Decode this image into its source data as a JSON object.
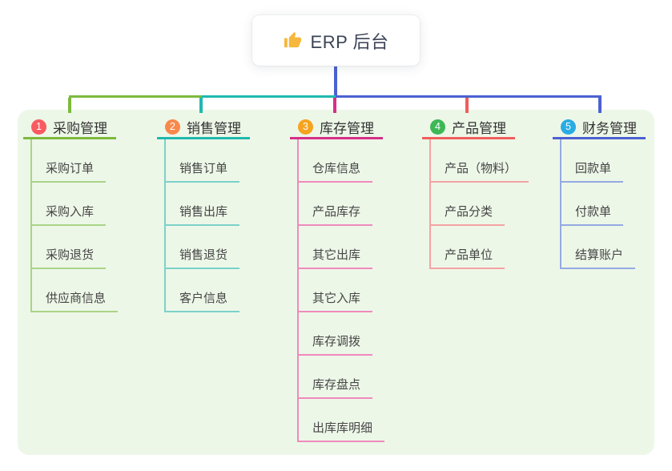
{
  "page": {
    "background": "#ffffff",
    "panel_background": "#edf7e8"
  },
  "root": {
    "label": "ERP 后台",
    "icon": "thumbs-up-icon",
    "icon_color": "#f6b73c",
    "connector_color": "#4b61d1"
  },
  "branches": [
    {
      "index": "1",
      "label": "采购管理",
      "badge_color": "#fa5a62",
      "main_color": "#7cba3d",
      "light_color": "#a9d487",
      "children": [
        "采购订单",
        "采购入库",
        "采购退货",
        "供应商信息"
      ]
    },
    {
      "index": "2",
      "label": "销售管理",
      "badge_color": "#f8884b",
      "main_color": "#1fb9ae",
      "light_color": "#7bd2c9",
      "children": [
        "销售订单",
        "销售出库",
        "销售退货",
        "客户信息"
      ]
    },
    {
      "index": "3",
      "label": "库存管理",
      "badge_color": "#f5a41f",
      "main_color": "#d62f88",
      "light_color": "#ef8abd",
      "children": [
        "仓库信息",
        "产品库存",
        "其它出库",
        "其它入库",
        "库存调拨",
        "库存盘点",
        "出库库明细"
      ]
    },
    {
      "index": "4",
      "label": "产品管理",
      "badge_color": "#3cb955",
      "main_color": "#f05d5d",
      "light_color": "#f4a3a3",
      "children": [
        "产品（物料）",
        "产品分类",
        "产品单位"
      ]
    },
    {
      "index": "5",
      "label": "财务管理",
      "badge_color": "#29ace4",
      "main_color": "#4b61d1",
      "light_color": "#95a9e2",
      "children": [
        "回款单",
        "付款单",
        "结算账户"
      ]
    }
  ]
}
